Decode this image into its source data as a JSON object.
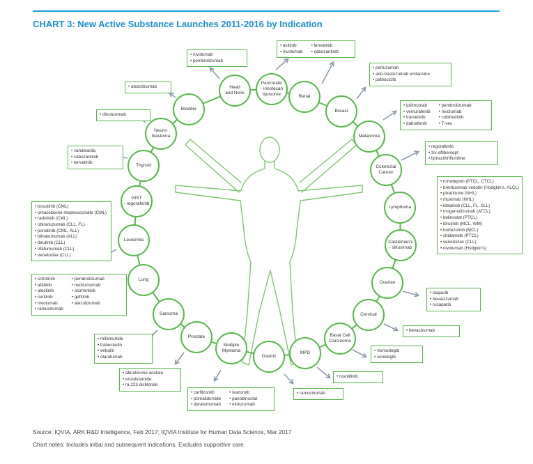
{
  "title": "CHART 3: New Active Substance Launches 2011-2016 by Indication",
  "source": "Source: IQVIA, ARK R&D Intelligence, Feb 2017; IQVIA Institute for Human Data Science, Mar 2017",
  "notes": "Chart notes: Includes initial and subsequent indications. Excludes supportive care.",
  "colors": {
    "accent": "#1b8fd0",
    "ring": "#56b84a",
    "arrow": "#8a9aae"
  },
  "indications": [
    {
      "label": "Pancreatic\n- irinotecan\nliposome",
      "drugs": []
    },
    {
      "label": "Renal",
      "drugs": [
        "axitinib",
        "nivolumab",
        "lenvatinib",
        "cabozantinib"
      ]
    },
    {
      "label": "Breast",
      "drugs": [
        "pertuzumab",
        "ado-trastuzumab emtansine",
        "palbociclib"
      ]
    },
    {
      "label": "Melanoma",
      "drugs": [
        "ipilimumab",
        "vemurafenib",
        "trametinib",
        "dabrafenib",
        "pembrolizumab",
        "nivolumab",
        "cobimetinib",
        "T-vec"
      ]
    },
    {
      "label": "Colorectal\nCancer",
      "drugs": [
        "regorafenib",
        "ziv-aflibercept",
        "tipiracil/trifluridine"
      ]
    },
    {
      "label": "Lymphoma",
      "drugs": [
        "romidepsin (PTCL, CTCL)",
        "brentuximab vedotin (Hodgkin's, ALCL)",
        "pixantrone (NHL)",
        "rituximab (NHL)",
        "idelalisib (CLL, FL, SLL)",
        "mogamulizumab (ATCL)",
        "belinostat (PTCL)",
        "ibrutinib (MCL, WM)",
        "bortezomib (MCL)",
        "chidamide (PTCL)",
        "venetoclax (CLL)",
        "nivolumab (Hodgkin's)"
      ]
    },
    {
      "label": "Castleman's\n- siltuximab",
      "drugs": []
    },
    {
      "label": "Ovarian",
      "drugs": [
        "olaparib",
        "bevacizumab",
        "rucaparib"
      ]
    },
    {
      "label": "Cervical",
      "drugs": [
        "bevacizumab"
      ]
    },
    {
      "label": "Basal Cell\nCarcinoma",
      "drugs": [
        "vismodegib",
        "sonidegib"
      ]
    },
    {
      "label": "MPD",
      "drugs": [
        "ruxolitinib"
      ]
    },
    {
      "label": "Gastric",
      "drugs": [
        "ramucirumab"
      ]
    },
    {
      "label": "Multiple\nMyeloma",
      "drugs": [
        "carfilzomib",
        "pomalidomide",
        "daratumumab",
        "ixazomib",
        "panobinostat",
        "elotuzumab"
      ]
    },
    {
      "label": "Prostate",
      "drugs": [
        "abiraterone acetate",
        "enzalutamide",
        "ra 223 dichloride"
      ]
    },
    {
      "label": "Sarcoma",
      "drugs": [
        "mifamurtide",
        "trabectedin",
        "eribulin",
        "olaratumab"
      ]
    },
    {
      "label": "Lung",
      "drugs": [
        "crizotinib",
        "afatinib",
        "alectinib",
        "ceritinib",
        "nivolumab",
        "ramucirumab",
        "pembrolizumab",
        "necitumumab",
        "osimertinib",
        "gefitinib",
        "atezolizumab"
      ]
    },
    {
      "label": "Leukemia",
      "drugs": [
        "bosutinib (CML)",
        "omacetaxine mepesuccinate (CML)",
        "radotinib (CML)",
        "obinutuzumab (CLL, FL)",
        "ponatinib (CML, ALL)",
        "blinatumomab (ALL)",
        "ibrutinib (CLL)",
        "ofatumumab (CLL)",
        "venetoclax (CLL)"
      ]
    },
    {
      "label": "GIST\n- regorafenib",
      "drugs": []
    },
    {
      "label": "Thyroid",
      "drugs": [
        "vandetanib,",
        "cabozantinib",
        "lenvatinib"
      ]
    },
    {
      "label": "Neuro-\nblastoma",
      "drugs": [
        "dinutuximab"
      ]
    },
    {
      "label": "Bladder",
      "drugs": [
        "atezolizumab"
      ]
    },
    {
      "label": "Head\nand Neck",
      "drugs": [
        "nivolumab",
        "pembrolizumab"
      ]
    }
  ]
}
